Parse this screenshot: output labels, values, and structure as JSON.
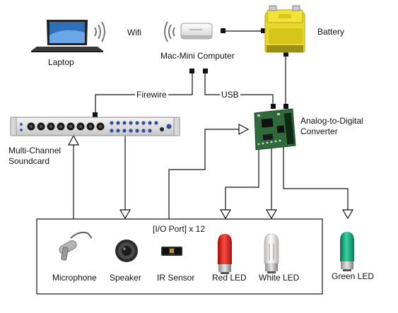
{
  "labels": {
    "laptop": "Laptop",
    "wifi": "Wifi",
    "mac_mini": "Mac-Mini Computer",
    "battery": "Battery",
    "firewire": "Firewire",
    "usb": "USB",
    "adc_line1": "Analog-to-Digital",
    "adc_line2": "Converter",
    "soundcard_line1": "Multi-Channel",
    "soundcard_line2": "Soundcard",
    "io_port": "[I/O Port] x 12",
    "microphone": "Microphone",
    "speaker": "Speaker",
    "ir_sensor": "IR Sensor",
    "red_led": "Red LED",
    "white_led": "White LED",
    "green_led": "Green LED"
  },
  "colors": {
    "line": "#111111",
    "battery_top": "#f2e23a",
    "battery_body": "#e9d92c",
    "pcb_green": "#2f6b3a",
    "red_led": "#e2231a",
    "green_led": "#1fa97a",
    "laptop_screen": "#2f6fb8"
  }
}
